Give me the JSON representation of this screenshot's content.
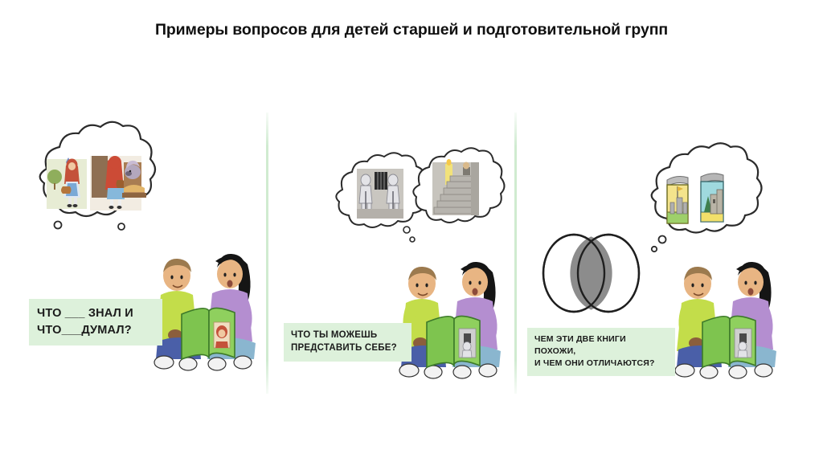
{
  "slide": {
    "title": "Примеры вопросов для детей старшей и подготовительной групп",
    "background_color": "#ffffff",
    "divider_color": "#cdeace"
  },
  "panels": [
    {
      "id": "panel-1",
      "caption": "Что ___ знал и\nчто___думал?",
      "caption_bg": "#ddf1db",
      "thought_bubbles": [
        {
          "name": "red-riding-hood-bubble",
          "scenes": [
            "Девочка в красной накидке с корзинкой идёт по тропинке",
            "Девочка у кровати, где лежит волк в чепце"
          ]
        }
      ],
      "figures": "Двое детей сидят и вместе читают зелёную книгу"
    },
    {
      "id": "panel-2",
      "caption": "Что ты можешь\nпредставить себе?",
      "caption_bg": "#ddf1db",
      "thought_bubbles": [
        {
          "name": "knights-bubble",
          "scenes": [
            "Два рыцарских доспеха у решётчатого окна в замке"
          ]
        },
        {
          "name": "staircase-bubble",
          "scenes": [
            "Каменная лестница в замке со свечой на стене"
          ]
        }
      ],
      "figures": "Двое детей сидят и вместе читают зелёную книгу"
    },
    {
      "id": "panel-3",
      "caption": "Чем эти две книги похожи,\nи чем они отличаются?",
      "caption_bg": "#ddf1db",
      "venn_diagram": {
        "name": "venn-diagram",
        "circles": 2,
        "overlap_fill": "#8c8c8c",
        "stroke": "#1f1f1f"
      },
      "thought_bubbles": [
        {
          "name": "two-books-bubble",
          "scenes": [
            "Книга с жёлтой обложкой и замком",
            "Книга с голубой обложкой и замком"
          ]
        }
      ],
      "figures": "Двое детей сидят и вместе читают зелёную книгу"
    }
  ],
  "colors": {
    "boy_shirt": "#c3dd4a",
    "girl_shirt": "#b48ed0",
    "jeans": "#4a5fa8",
    "girl_jeans": "#8ab6cf",
    "book_cover": "#7ec44f",
    "skin": "#f1c9a0",
    "hair_black": "#151515",
    "bubble_stroke": "#2b2b2b"
  }
}
